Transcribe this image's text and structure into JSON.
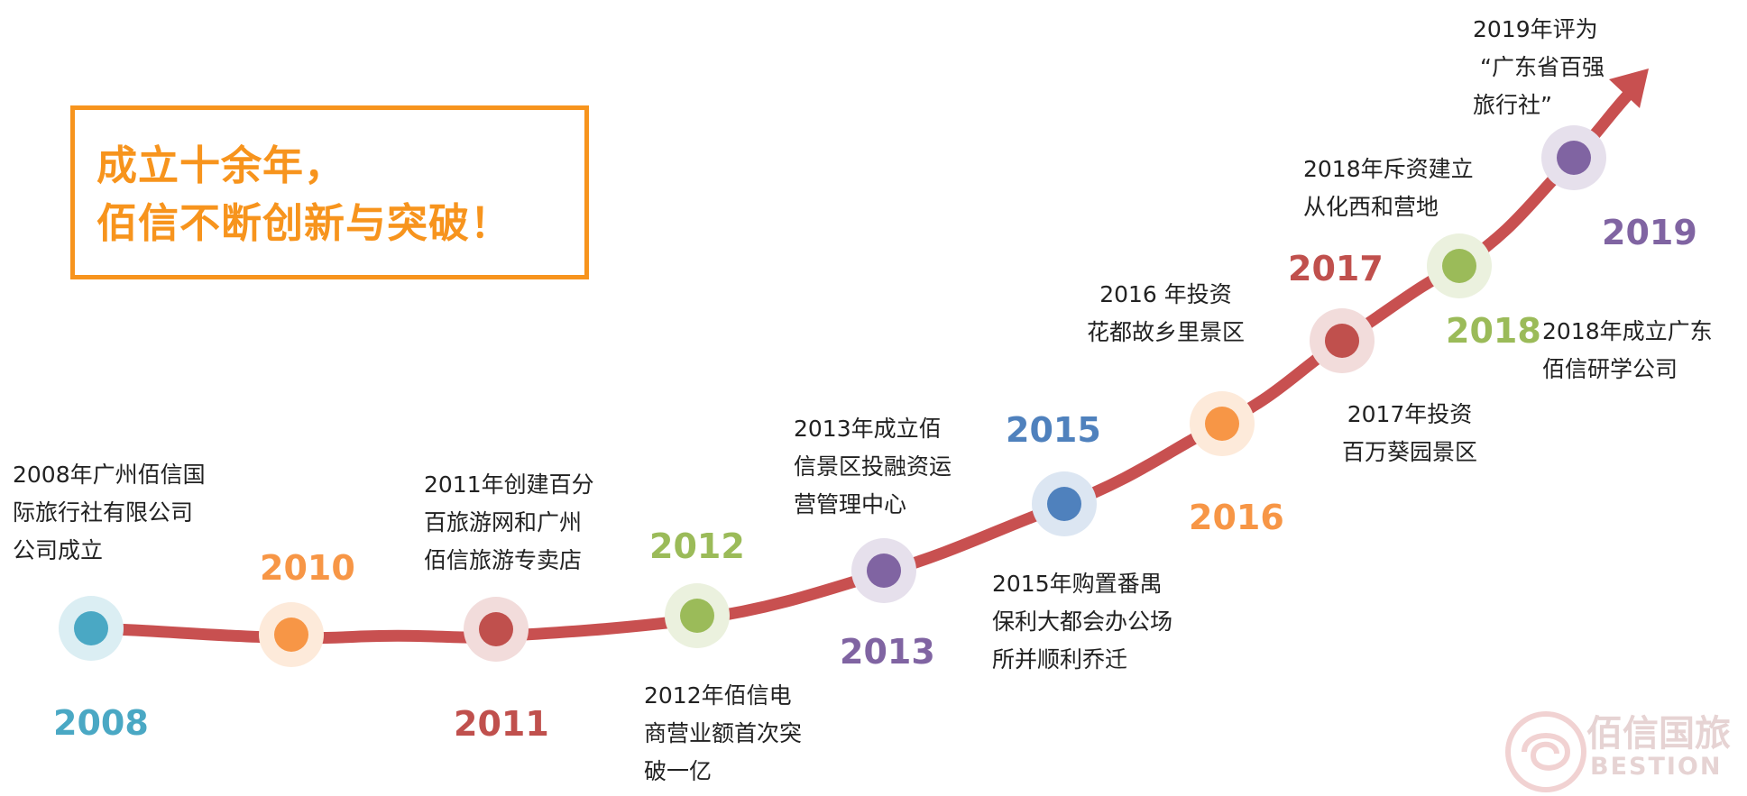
{
  "headline": {
    "line1": "成立十余年，",
    "line2": "佰信不断创新与突破！"
  },
  "colors": {
    "path": "#c85050",
    "accent_orange": "#f7941d",
    "teal": "#4aa8c4",
    "orange": "#f79646",
    "red": "#c0504d",
    "green": "#9bbb59",
    "purple": "#8064a2",
    "blue": "#4f81bd"
  },
  "milestones": [
    {
      "year": "2008",
      "color": "#4aa8c4",
      "lines": [
        "2008年广州佰信国",
        "际旅行社有限公司",
        "公司成立"
      ]
    },
    {
      "year": "2010",
      "color": "#f79646",
      "lines": []
    },
    {
      "year": "2011",
      "color": "#c0504d",
      "lines": [
        "2011年创建百分",
        "百旅游网和广州",
        "佰信旅游专卖店"
      ]
    },
    {
      "year": "2012",
      "color": "#9bbb59",
      "lines": [
        "2012年佰信电",
        "商营业额首次突",
        "破一亿"
      ]
    },
    {
      "year": "2013",
      "color": "#8064a2",
      "lines": [
        "2013年成立佰",
        "信景区投融资运",
        "营管理中心"
      ]
    },
    {
      "year": "2015",
      "color": "#4f81bd",
      "lines": [
        "2015年购置番禺",
        "保利大都会办公场",
        "所并顺利乔迁"
      ]
    },
    {
      "year": "2016",
      "color": "#f79646",
      "lines": [
        "2016 年投资",
        "花都故乡里景区"
      ]
    },
    {
      "year": "2017",
      "color": "#c0504d",
      "lines": [
        "2017年投资",
        "百万葵园景区"
      ]
    },
    {
      "year": "2018",
      "color": "#9bbb59",
      "lines": [
        "2018年斥资建立",
        "从化西和营地",
        "2018年成立广东",
        "佰信研学公司"
      ]
    },
    {
      "year": "2019",
      "color": "#8064a2",
      "lines": [
        "2019年评为",
        "“广东省百强",
        "旅行社”"
      ]
    }
  ],
  "watermark": {
    "brand_cn": "佰信国旅",
    "brand_en": "BESTION"
  }
}
